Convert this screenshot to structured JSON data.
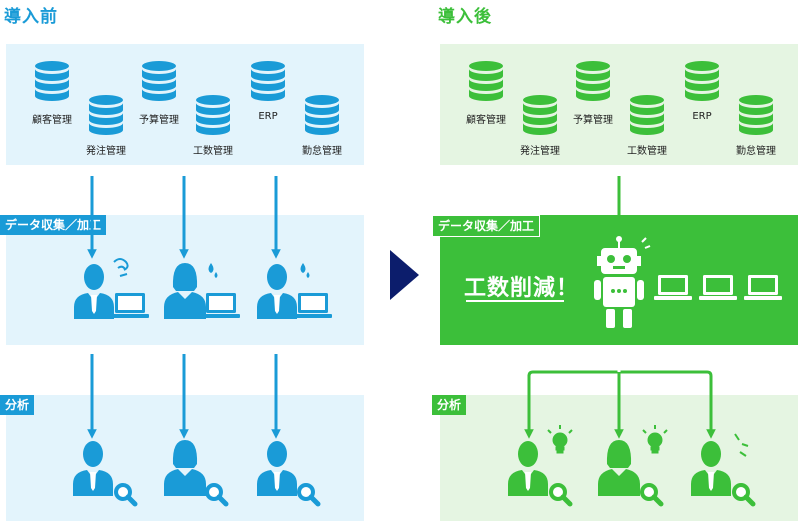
{
  "before": {
    "title": "導入前",
    "systems": [
      "顧客管理",
      "発注管理",
      "予算管理",
      "工数管理",
      "ERP",
      "勤怠管理"
    ],
    "process_tag": "データ収集／加工",
    "analysis_tag": "分析"
  },
  "after": {
    "title": "導入後",
    "systems": [
      "顧客管理",
      "発注管理",
      "予算管理",
      "工数管理",
      "ERP",
      "勤怠管理"
    ],
    "process_tag": "データ収集／加工",
    "message": "工数削減！",
    "analysis_tag": "分析"
  },
  "colors": {
    "blue": "#1a9bd7",
    "blue_panel": "#e3f4fc",
    "green": "#3cbf3a",
    "green_panel": "#e5f5e2",
    "arrow_navy": "#0c1d6c"
  },
  "icons": [
    "database-icon",
    "person-icon",
    "laptop-icon",
    "magnifier-icon",
    "robot-icon",
    "lightbulb-icon",
    "sweat-drop-icon",
    "confused-icon",
    "next-arrow-icon"
  ]
}
